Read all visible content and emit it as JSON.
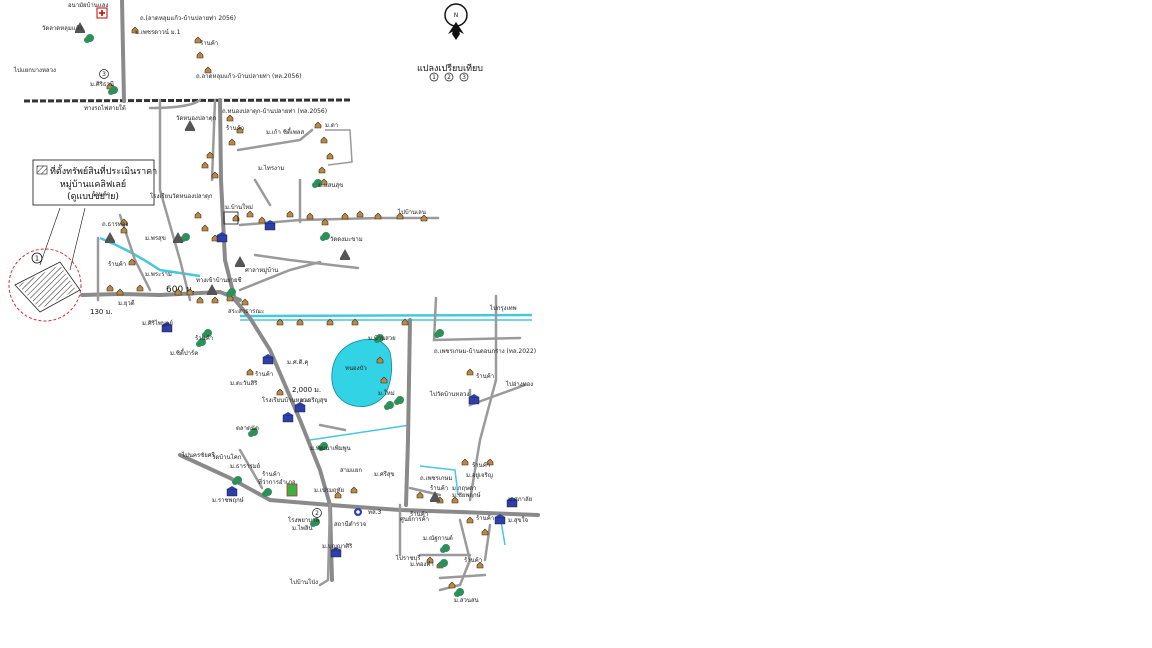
{
  "compass": {
    "letter": "N",
    "icon": "north-arrow-icon"
  },
  "comparison": {
    "title": "แปลงเปรียบเทียบ",
    "markers": [
      "1",
      "2",
      "3"
    ]
  },
  "legend_box": {
    "line1": "ที่ตั้งทรัพย์สินที่ประเมินราคา",
    "line2": "หมู่บ้านแคลิฟเลย์",
    "line3": "(ดูแบบขยาย)"
  },
  "subject_marker": "1",
  "distances": {
    "d1": "600 ม.",
    "d2": "130 ม.",
    "d3": "2,000 ม."
  },
  "labels": {
    "l01": "อนามัยบ้านแลง",
    "l02": "ถ.(ลาดหลุมแก้ว-บ้านปลายท่า 2056)",
    "l03": "วัดลาดหลุมแก้ว",
    "l04": "ม.เพชรดาวน์ ม.1",
    "l05": "ร้านค้า",
    "l06": "ไปแยกบางหลวง",
    "l07": "ม.ศิริธานี",
    "l08": "ถ.ลาดหลุมแก้ว-บ้านปลายท่า (ทล.2056)",
    "l09": "ทางรถไฟสายใต้",
    "l10": "วัดหนองปลาดุก",
    "l11": "ถ.หนองปลาดุก-บ้านปลายท่า (ทล.2056)",
    "l12": "ร้านค้า",
    "l13": "ม.เก้า ซิตี้เพลส",
    "l14": "ม.ดา",
    "l15": "ม.ไทรงาม",
    "l16": "ม.แสนสุข",
    "l17": "โรงเรียนวัดหนองปลาดุก",
    "l18": "ม.บ้านใหม่",
    "l19": "ร้านค้า",
    "l20": "ไปบ้านเลน",
    "l21": "ถ.ธารทอง",
    "l22": "ม.พรสุข",
    "l23": "ศาลาหมู่บ้าน",
    "l24": "วัดดงมะขาม",
    "l25": "ร้านค้า",
    "l26": "ม.พระราม",
    "l27": "ทางเข้าบ้านยายชี",
    "l28": "ม.ยุวดี",
    "l29": "สระสาธารณะ",
    "l30": "ถ.เพชรเกษม-บ้านดอนกร่าง (ทล.2022)",
    "l31": "ม.ศิริไพบูลย์",
    "l32": "ร้านค้า",
    "l33": "ม.ซิตี้ปาร์ค",
    "l34": "หนองบัว",
    "l35": "ม.ศ.ดิ.คุ",
    "l36": "ม.บ้านสวย",
    "l37": "ไปวัดบ้านหลวง",
    "l38": "โรงเรียนบ้านหลวง",
    "l39": "ม.ใหม่",
    "l40": "ร้านค้า",
    "l41": "ร้านค้า",
    "l42": "ม.ตะวันสิริ",
    "l43": "ม.เจริญสุข",
    "l44": "ตลาดนัด",
    "l45": "ม.พัฒนาเพิ่มพูน",
    "l46": "ม.ศรีสุข",
    "l47": "ร้านค้า",
    "l48": "ไปนครชัยศรี",
    "l49": "วัดบ้านโคก",
    "l50": "ม.ธารารมย์",
    "l51": "ร้านค้า",
    "l52": "ม.เปรมฤทัย",
    "l53": "ม.อยู่เจริญ",
    "l54": "ที่ว่าการอำเภอ",
    "l55": "ม.ราชพฤกษ์",
    "l56": "ไปบ้านโป่ง",
    "l57": "โรงพยาบาล",
    "l58": "ม.ไพลิน",
    "l59": "ร้านค้า",
    "l60": "สถานีตำรวจ",
    "l61": "ม.บุญญาศิริ",
    "l62": "ไปราชบุรี",
    "l63": "ทล.3",
    "l64": "ศูนย์การค้า",
    "l65": "ร้านค้า",
    "l66": "ม.กฤษดา",
    "l67": "ม.ชัยพฤกษ์",
    "l68": "ม.ศุภาลัย",
    "l69": "ร้านค้า",
    "l70": "ม.สุขใจ",
    "l71": "สามแยก",
    "l72": "ไปกรุงเทพ",
    "l73": "ม.ณัฐกานต์",
    "l74": "ม.ทองคำ",
    "l75": "ไปอ่างทอง",
    "l76": "ถ.เพชรเกษม",
    "l77": "ร้านค้า",
    "l78": "ม.สวนสน"
  },
  "colors": {
    "canal": "#46c8dc",
    "lake": "#33d3e6",
    "road": "#8a8a8a",
    "railway": "#333333",
    "tree": "#2f8f5a",
    "school": "#2d3fa8",
    "house": "#b88a48",
    "subject_circle": "#d83030"
  },
  "icons": [
    "north-arrow-icon",
    "house-icon",
    "tree-icon",
    "school-icon",
    "temple-icon",
    "hospital-icon"
  ]
}
